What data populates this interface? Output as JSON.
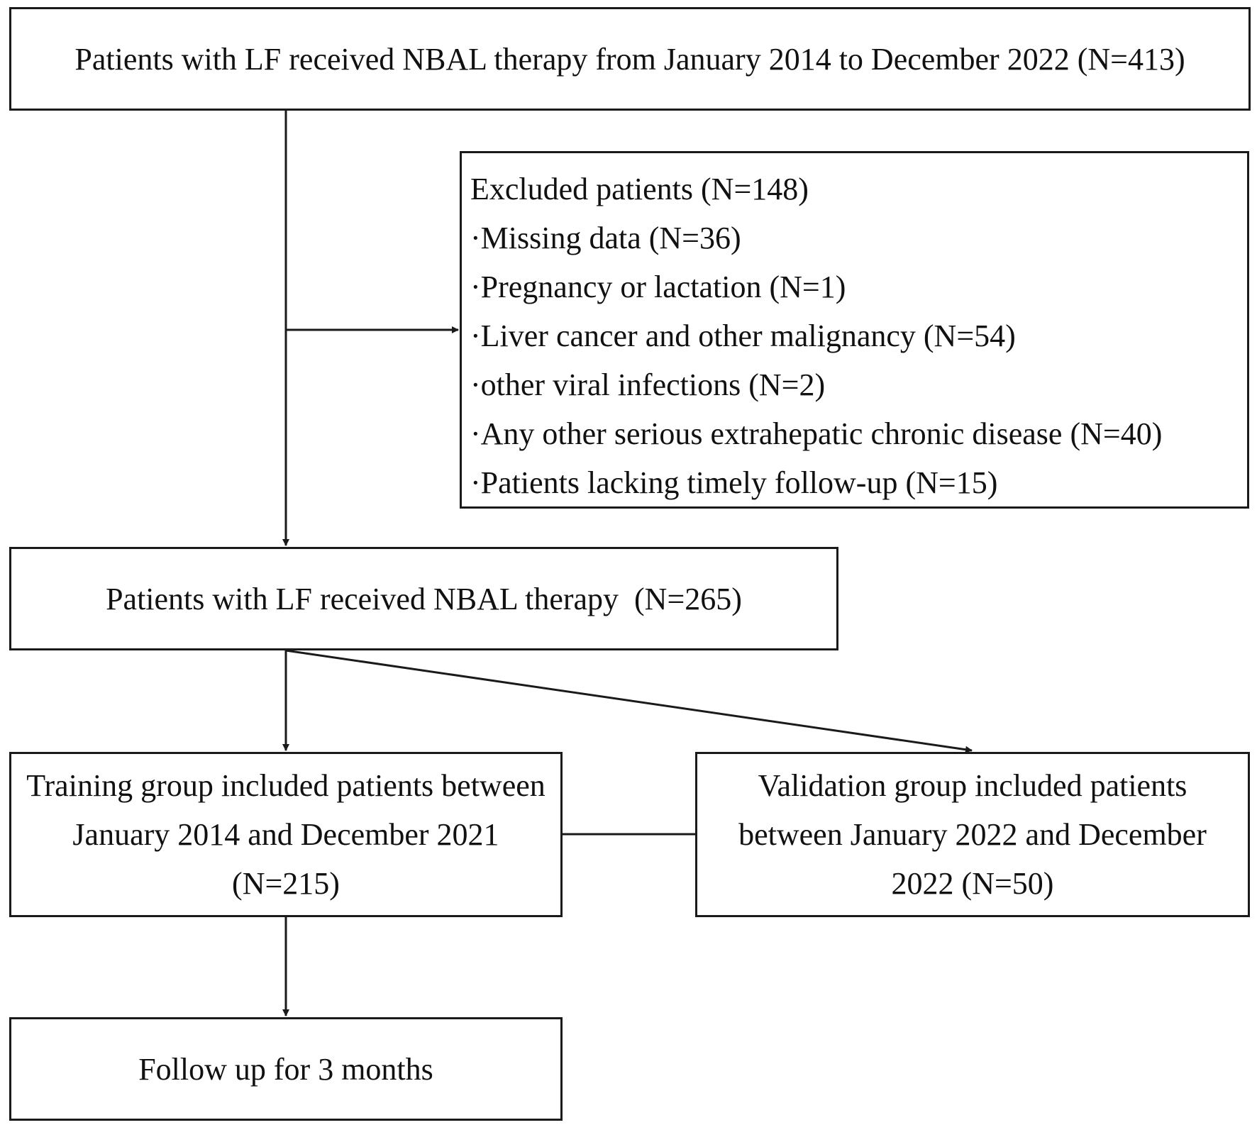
{
  "flowchart": {
    "top_box": "Patients with LF received NBAL therapy from January 2014 to December 2022 (N=413)",
    "excluded": {
      "header": "Excluded patients (N=148)",
      "items": [
        "Missing data (N=36)",
        "Pregnancy or lactation (N=1)",
        "Liver cancer and other malignancy (N=54)",
        "other viral infections (N=2)",
        "Any other serious extrahepatic chronic disease (N=40)",
        "Patients lacking timely follow-up (N=15)"
      ]
    },
    "middle_box": "Patients with LF received NBAL therapy  (N=265)",
    "training_box": "Training group included patients between January 2014 and December 2021 (N=215)",
    "validation_box": "Validation group included patients between January 2022 and December 2022 (N=50)",
    "follow_box": "Follow up for 3 months"
  },
  "colors": {
    "stroke": "#1a1a1a",
    "background": "#ffffff",
    "text": "#111111"
  }
}
